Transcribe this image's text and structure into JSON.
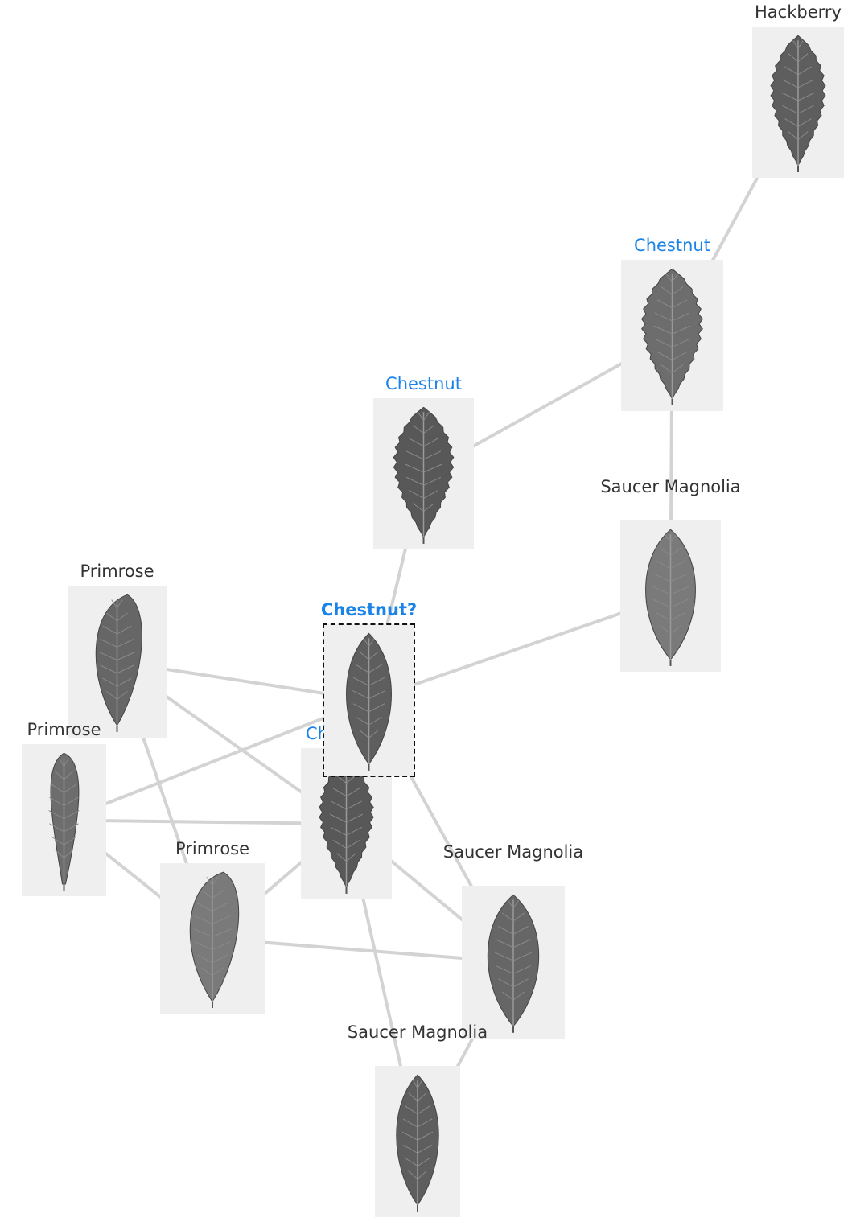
{
  "colors": {
    "edge": "#d3d3d3",
    "label_default": "#333333",
    "label_match": "#1a83e8",
    "thumb_bg": "#efefef"
  },
  "nodes": [
    {
      "id": "hackberry",
      "label": "Hackberry",
      "style": "default",
      "icon": "leaf-serrated-icon"
    },
    {
      "id": "chestnut_a",
      "label": "Chestnut",
      "style": "match",
      "icon": "leaf-serrated-icon"
    },
    {
      "id": "chestnut_b",
      "label": "Chestnut",
      "style": "match",
      "icon": "leaf-serrated-icon"
    },
    {
      "id": "saucer_a",
      "label": "Saucer Magnolia",
      "style": "default",
      "icon": "leaf-oval-icon"
    },
    {
      "id": "primrose_a",
      "label": "Primrose",
      "style": "default",
      "icon": "leaf-oblong-icon"
    },
    {
      "id": "query",
      "label": "Chestnut?",
      "style": "query",
      "icon": "leaf-oval-icon"
    },
    {
      "id": "primrose_b",
      "label": "Primrose",
      "style": "default",
      "icon": "leaf-narrow-icon"
    },
    {
      "id": "chestnut_c",
      "label": "Ch",
      "style": "match",
      "icon": "leaf-serrated-icon"
    },
    {
      "id": "primrose_c",
      "label": "Primrose",
      "style": "default",
      "icon": "leaf-oblong-icon"
    },
    {
      "id": "saucer_b",
      "label": "Saucer Magnolia",
      "style": "default",
      "icon": "leaf-oval-icon"
    },
    {
      "id": "saucer_c",
      "label": "Saucer Magnolia",
      "style": "default",
      "icon": "leaf-oval-icon"
    }
  ],
  "edges": [
    [
      "hackberry",
      "chestnut_a"
    ],
    [
      "chestnut_a",
      "chestnut_b"
    ],
    [
      "chestnut_a",
      "saucer_a"
    ],
    [
      "chestnut_b",
      "query"
    ],
    [
      "query",
      "saucer_a"
    ],
    [
      "query",
      "primrose_a"
    ],
    [
      "query",
      "primrose_b"
    ],
    [
      "query",
      "saucer_b"
    ],
    [
      "primrose_a",
      "chestnut_c"
    ],
    [
      "primrose_a",
      "primrose_c"
    ],
    [
      "primrose_b",
      "chestnut_c"
    ],
    [
      "primrose_b",
      "primrose_c"
    ],
    [
      "primrose_c",
      "chestnut_c"
    ],
    [
      "primrose_c",
      "saucer_b"
    ],
    [
      "chestnut_c",
      "saucer_b"
    ],
    [
      "chestnut_c",
      "saucer_c"
    ],
    [
      "saucer_b",
      "saucer_c"
    ]
  ]
}
